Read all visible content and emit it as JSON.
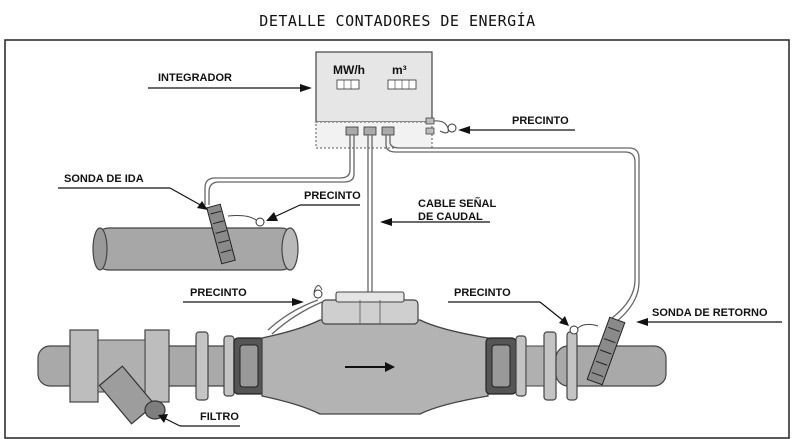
{
  "title": "DETALLE CONTADORES DE ENERGÍA",
  "integrator": {
    "label": "INTEGRADOR",
    "display_units": [
      "MW/h",
      "m³"
    ]
  },
  "labels": {
    "seal_top": "PRECINTO",
    "supply_probe": "SONDA DE IDA",
    "seal_supply": "PRECINTO",
    "flow_cable_line1": "CABLE SEÑAL",
    "flow_cable_line2": "DE CAUDAL",
    "seal_meter": "PRECINTO",
    "seal_return": "PRECINTO",
    "return_probe": "SONDA DE RETORNO",
    "filter": "FILTRO"
  }
}
